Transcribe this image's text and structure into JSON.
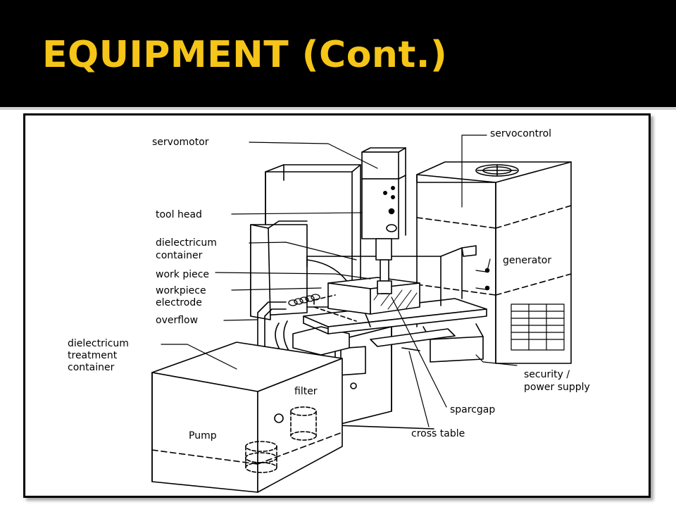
{
  "slide": {
    "title": "EQUIPMENT (Cont.)",
    "title_color": "#f5c518",
    "background_color": "#000000"
  },
  "diagram": {
    "labels": {
      "servomotor": "servomotor",
      "servocontrol": "servocontrol",
      "tool_head": "tool head",
      "dielectricum_container_1": "dielectricum",
      "dielectricum_container_2": "container",
      "generator": "generator",
      "work_piece": "work piece",
      "workpiece_electrode_1": "workpiece",
      "workpiece_electrode_2": "electrode",
      "overflow": "overflow",
      "treatment_1": "dielectricum",
      "treatment_2": "treatment",
      "treatment_3": "container",
      "filter": "filter",
      "pump": "Pump",
      "security_1": "security /",
      "security_2": "power supply",
      "sparcgap": "sparcgap",
      "cross_table": "cross table"
    }
  }
}
